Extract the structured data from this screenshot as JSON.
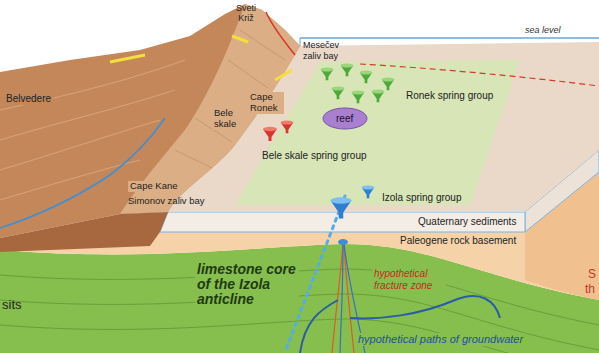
{
  "diagram": {
    "nodes": [
      {
        "text": [
          "reef"
        ]
      }
    ],
    "labels": [
      "Sveti Križ",
      "sea level",
      "Mesečev zaliv bay",
      "Cape Ronek",
      "Ronek spring group",
      "Bele skale",
      "Bele skale spring group",
      "Belvedere",
      "Izola spring group",
      "Cape Kane",
      "Simonov zaliv bay",
      "Quaternary sediments",
      "Paleogene rock basement",
      "limestone core of the Izola anticline",
      "hypothetical fracture zone",
      "hypothetical paths of groundwater",
      "sits",
      "S",
      "th"
    ]
  }
}
